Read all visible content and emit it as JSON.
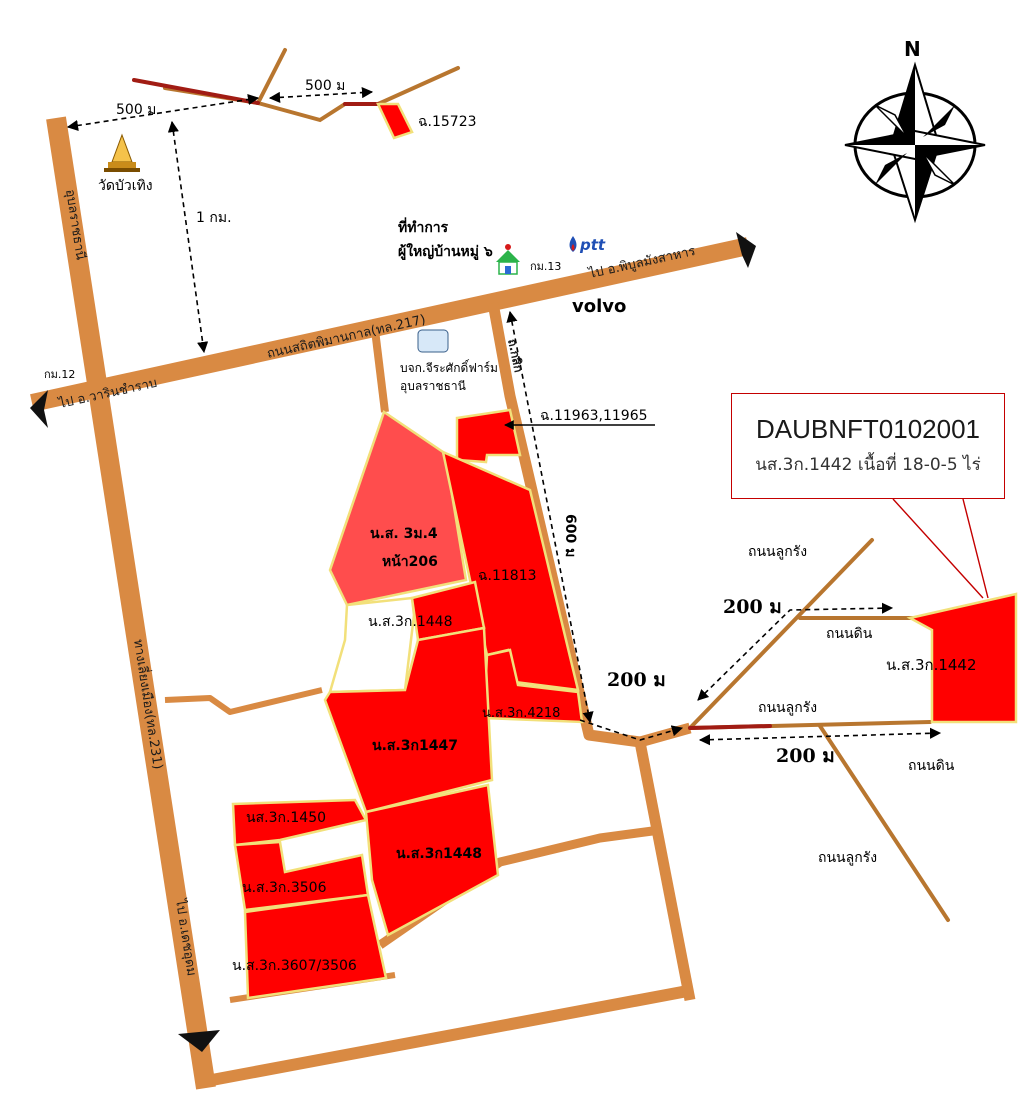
{
  "callout": {
    "code": "DAUBNFT0102001",
    "subtitle": "นส.3ก.1442 เนื้อที่ 18-0-5 ไร่"
  },
  "compass": {
    "north_label": "N"
  },
  "landmarks": {
    "temple": "วัดบัวเทิง",
    "office_line1": "ที่ทำการ",
    "office_line2": "ผู้ใหญ่บ้านหมู่ ๖",
    "ptt": "ptt",
    "volvo": "volvo",
    "farm_line1": "บจก.จีระศักดิ์ฟาร์ม",
    "farm_line2": "อุบลราชธานี"
  },
  "roads": {
    "main_road": "ถนนสถิตพิมานกาล(ทล.217)",
    "to_phibun": "ไป อ.พิบูลมังสาหาร",
    "to_warin": "ไป อ.วารินชำราบ",
    "km12": "กม.12",
    "km13": "กม.13",
    "bypass": "ทางเลี่ยงเมือง(ทล.231)",
    "to_ubon": "อุบลราชธานี",
    "to_det": "ไป อ.เดชอุดม",
    "side_street": "ถ.กสิก",
    "luk_rang_1": "ถนนลูกรัง",
    "luk_rang_2": "ถนนลูกรัง",
    "luk_rang_3": "ถนนลูกรัง",
    "dirt_1": "ถนนดิน",
    "dirt_2": "ถนนดิน"
  },
  "distances": {
    "d500_left": "500 ม",
    "d500_right": "500 ม",
    "d1km": "1 กม.",
    "d600": "600 ม",
    "d200_a": "200 ม",
    "d200_b": "200 ม",
    "d200_c": "200 ม"
  },
  "parcels": {
    "p15723": "ฉ.15723",
    "p11963": "ฉ.11963,11965",
    "p3m4_line1": "น.ส. 3ม.4",
    "p3m4_line2": "หน้า206",
    "p11813": "ฉ.11813",
    "p1448_top": "น.ส.3ก.1448",
    "p4218": "น.ส.3ก.4218",
    "p1447": "น.ส.3ก1447",
    "p1448": "น.ส.3ก1448",
    "p1450": "นส.3ก.1450",
    "p3506": "น.ส.3ก.3506",
    "p3607": "น.ส.3ก.3607/3506",
    "p1442": "น.ส.3ก.1442"
  },
  "colors": {
    "parcel_red": "#ff0000",
    "parcel_light_red": "#ff4d4d",
    "road_orange": "#d98a43",
    "parcel_outline": "#f2e07a",
    "callout_border": "#c40000"
  }
}
